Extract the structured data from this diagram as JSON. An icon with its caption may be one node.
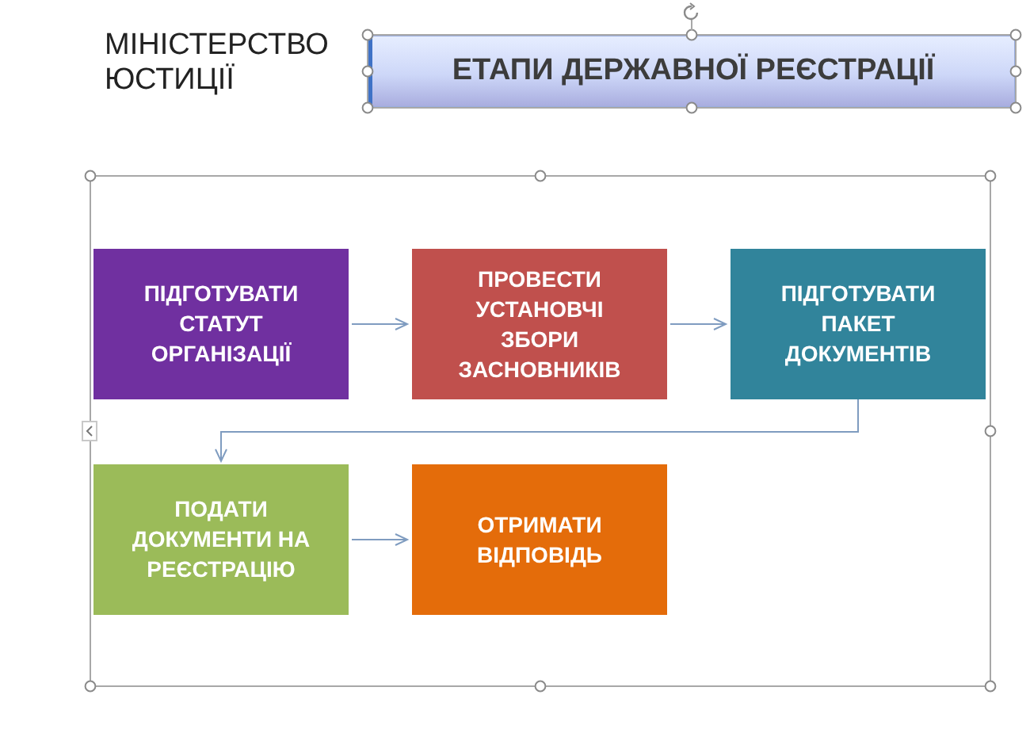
{
  "diagram": {
    "title": "ЕТАПИ ДЕРЖАВНОЇ РЕЄСТРАЦІЇ",
    "nodes": [
      {
        "text": [
          "ПІДГОТУВАТИ СТАТУТ ОРГАНІЗАЦІЇ"
        ]
      },
      {
        "text": [
          "ПРОВЕСТИ УСТАНОВЧІ ЗБОРИ ЗАСНОВНИКІВ"
        ]
      },
      {
        "text": [
          "ПІДГОТУВАТИ ПАКЕТ ДОКУМЕНТІВ"
        ]
      },
      {
        "text": [
          "ПОДАТИ ДОКУМЕНТИ НА РЕЄСТРАЦІЮ"
        ]
      },
      {
        "text": [
          "ОТРИМАТИ ВІДПОВІДЬ"
        ]
      }
    ],
    "edges": [
      {
        "from": 0,
        "to": 1,
        "arrow": "to"
      },
      {
        "from": 1,
        "to": 2,
        "arrow": "to"
      },
      {
        "from": 2,
        "to": 3,
        "arrow": "to"
      },
      {
        "from": 3,
        "to": 4,
        "arrow": "to"
      }
    ],
    "labels": [
      "МІНІСТЕРСТВО ЮСТИЦІЇ"
    ]
  }
}
